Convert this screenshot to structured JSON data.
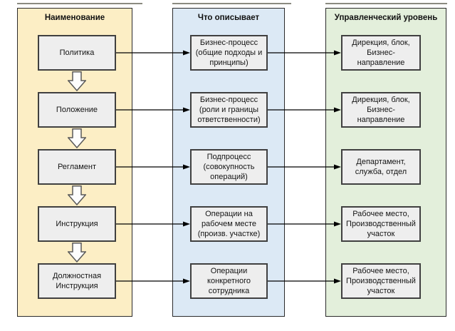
{
  "columns": [
    {
      "title": "Наименование",
      "boxes": [
        {
          "label": "Политика"
        },
        {
          "label": "Положение"
        },
        {
          "label": "Регламент"
        },
        {
          "label": "Инструкция"
        },
        {
          "label": "Должностная\nИнструкция"
        }
      ]
    },
    {
      "title": "Что описывает",
      "boxes": [
        {
          "label": "Бизнес-процесс\n(общие подходы и\nпринципы)"
        },
        {
          "label": "Бизнес-процесс\n(роли и границы\nответственности)"
        },
        {
          "label": "Подпроцесс\n(совокупность\nопераций)"
        },
        {
          "label": "Операции на\nрабочем месте\n(произв. участке)"
        },
        {
          "label": "Операции\nконкретного\nсотрудника"
        }
      ]
    },
    {
      "title": "Управленческий уровень",
      "boxes": [
        {
          "label": "Дирекция, блок,\nБизнес-\nнаправление"
        },
        {
          "label": "Дирекция, блок,\nБизнес-\nнаправление"
        },
        {
          "label": "Департамент,\nслужба, отдел"
        },
        {
          "label": "Рабочее место,\nПроизводственный\nучасток"
        },
        {
          "label": "Рабочее место,\nПроизводственный\nучасток"
        }
      ]
    }
  ],
  "colors": {
    "panel_yellow": "#FCEEC5",
    "panel_blue": "#DCE9F5",
    "panel_green": "#E3EFDB",
    "node_fill": "#EEEEEE",
    "node_border": "#404040",
    "panel_border": "#2B2B2B",
    "connector": "#000000",
    "down_arrow_fill": "#FDFDFD",
    "down_arrow_border": "#595959"
  },
  "icons": {
    "down_arrow": "block-arrow-down-icon",
    "connector_arrow": "arrow-right-icon"
  }
}
